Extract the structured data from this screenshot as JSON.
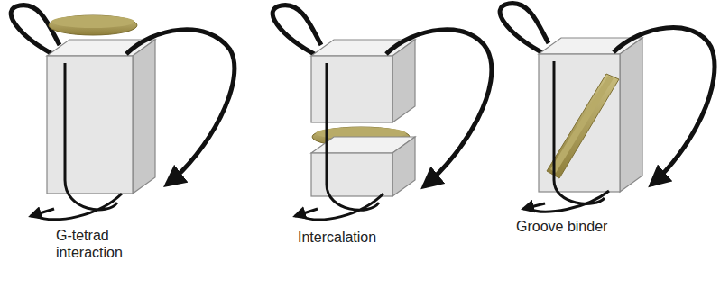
{
  "diagram": {
    "labels": [
      "G-tetrad interaction",
      "Intercalation",
      "Groove binder"
    ]
  }
}
